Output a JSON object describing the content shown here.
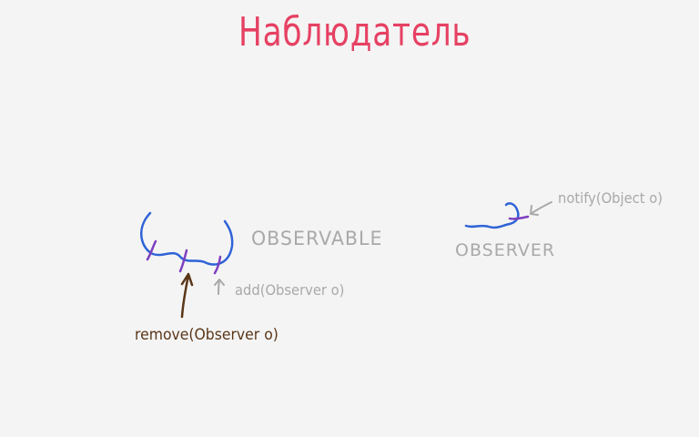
{
  "title": "Наблюдатель",
  "observable": {
    "label": "OBSERVABLE",
    "add_method": "add(Observer o)",
    "remove_method": "remove(Observer o)"
  },
  "observer": {
    "label": "OBSERVER",
    "notify_method": "notify(Object o)"
  },
  "colors": {
    "title": "#e64163",
    "handwriting_gray": "#a9a9a9",
    "remove_brown": "#5a3618",
    "shape_blue": "#2f63d6",
    "connector_purple": "#7e3fbf"
  }
}
